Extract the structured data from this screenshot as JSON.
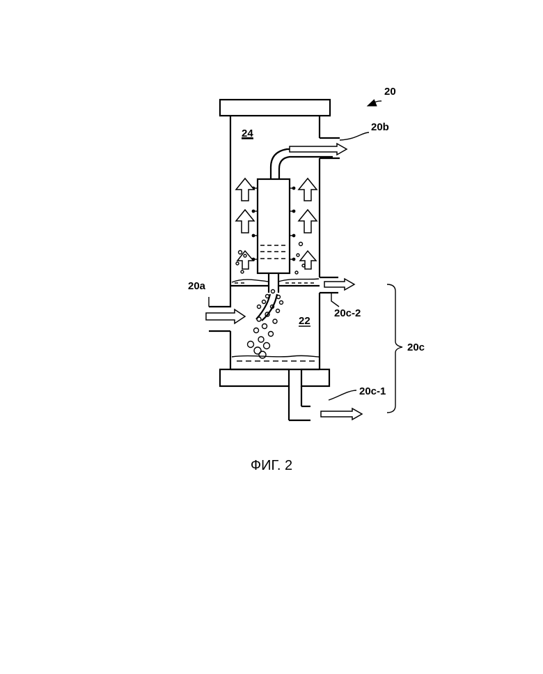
{
  "figure": {
    "caption": "ФИГ. 2",
    "labels": {
      "device": "20",
      "outlet_top": "20b",
      "upper_chamber": "24",
      "inlet": "20a",
      "lower_chamber": "22",
      "side_outlet": "20c-2",
      "bottom_outlet": "20c-1",
      "outlet_group": "20c"
    }
  }
}
